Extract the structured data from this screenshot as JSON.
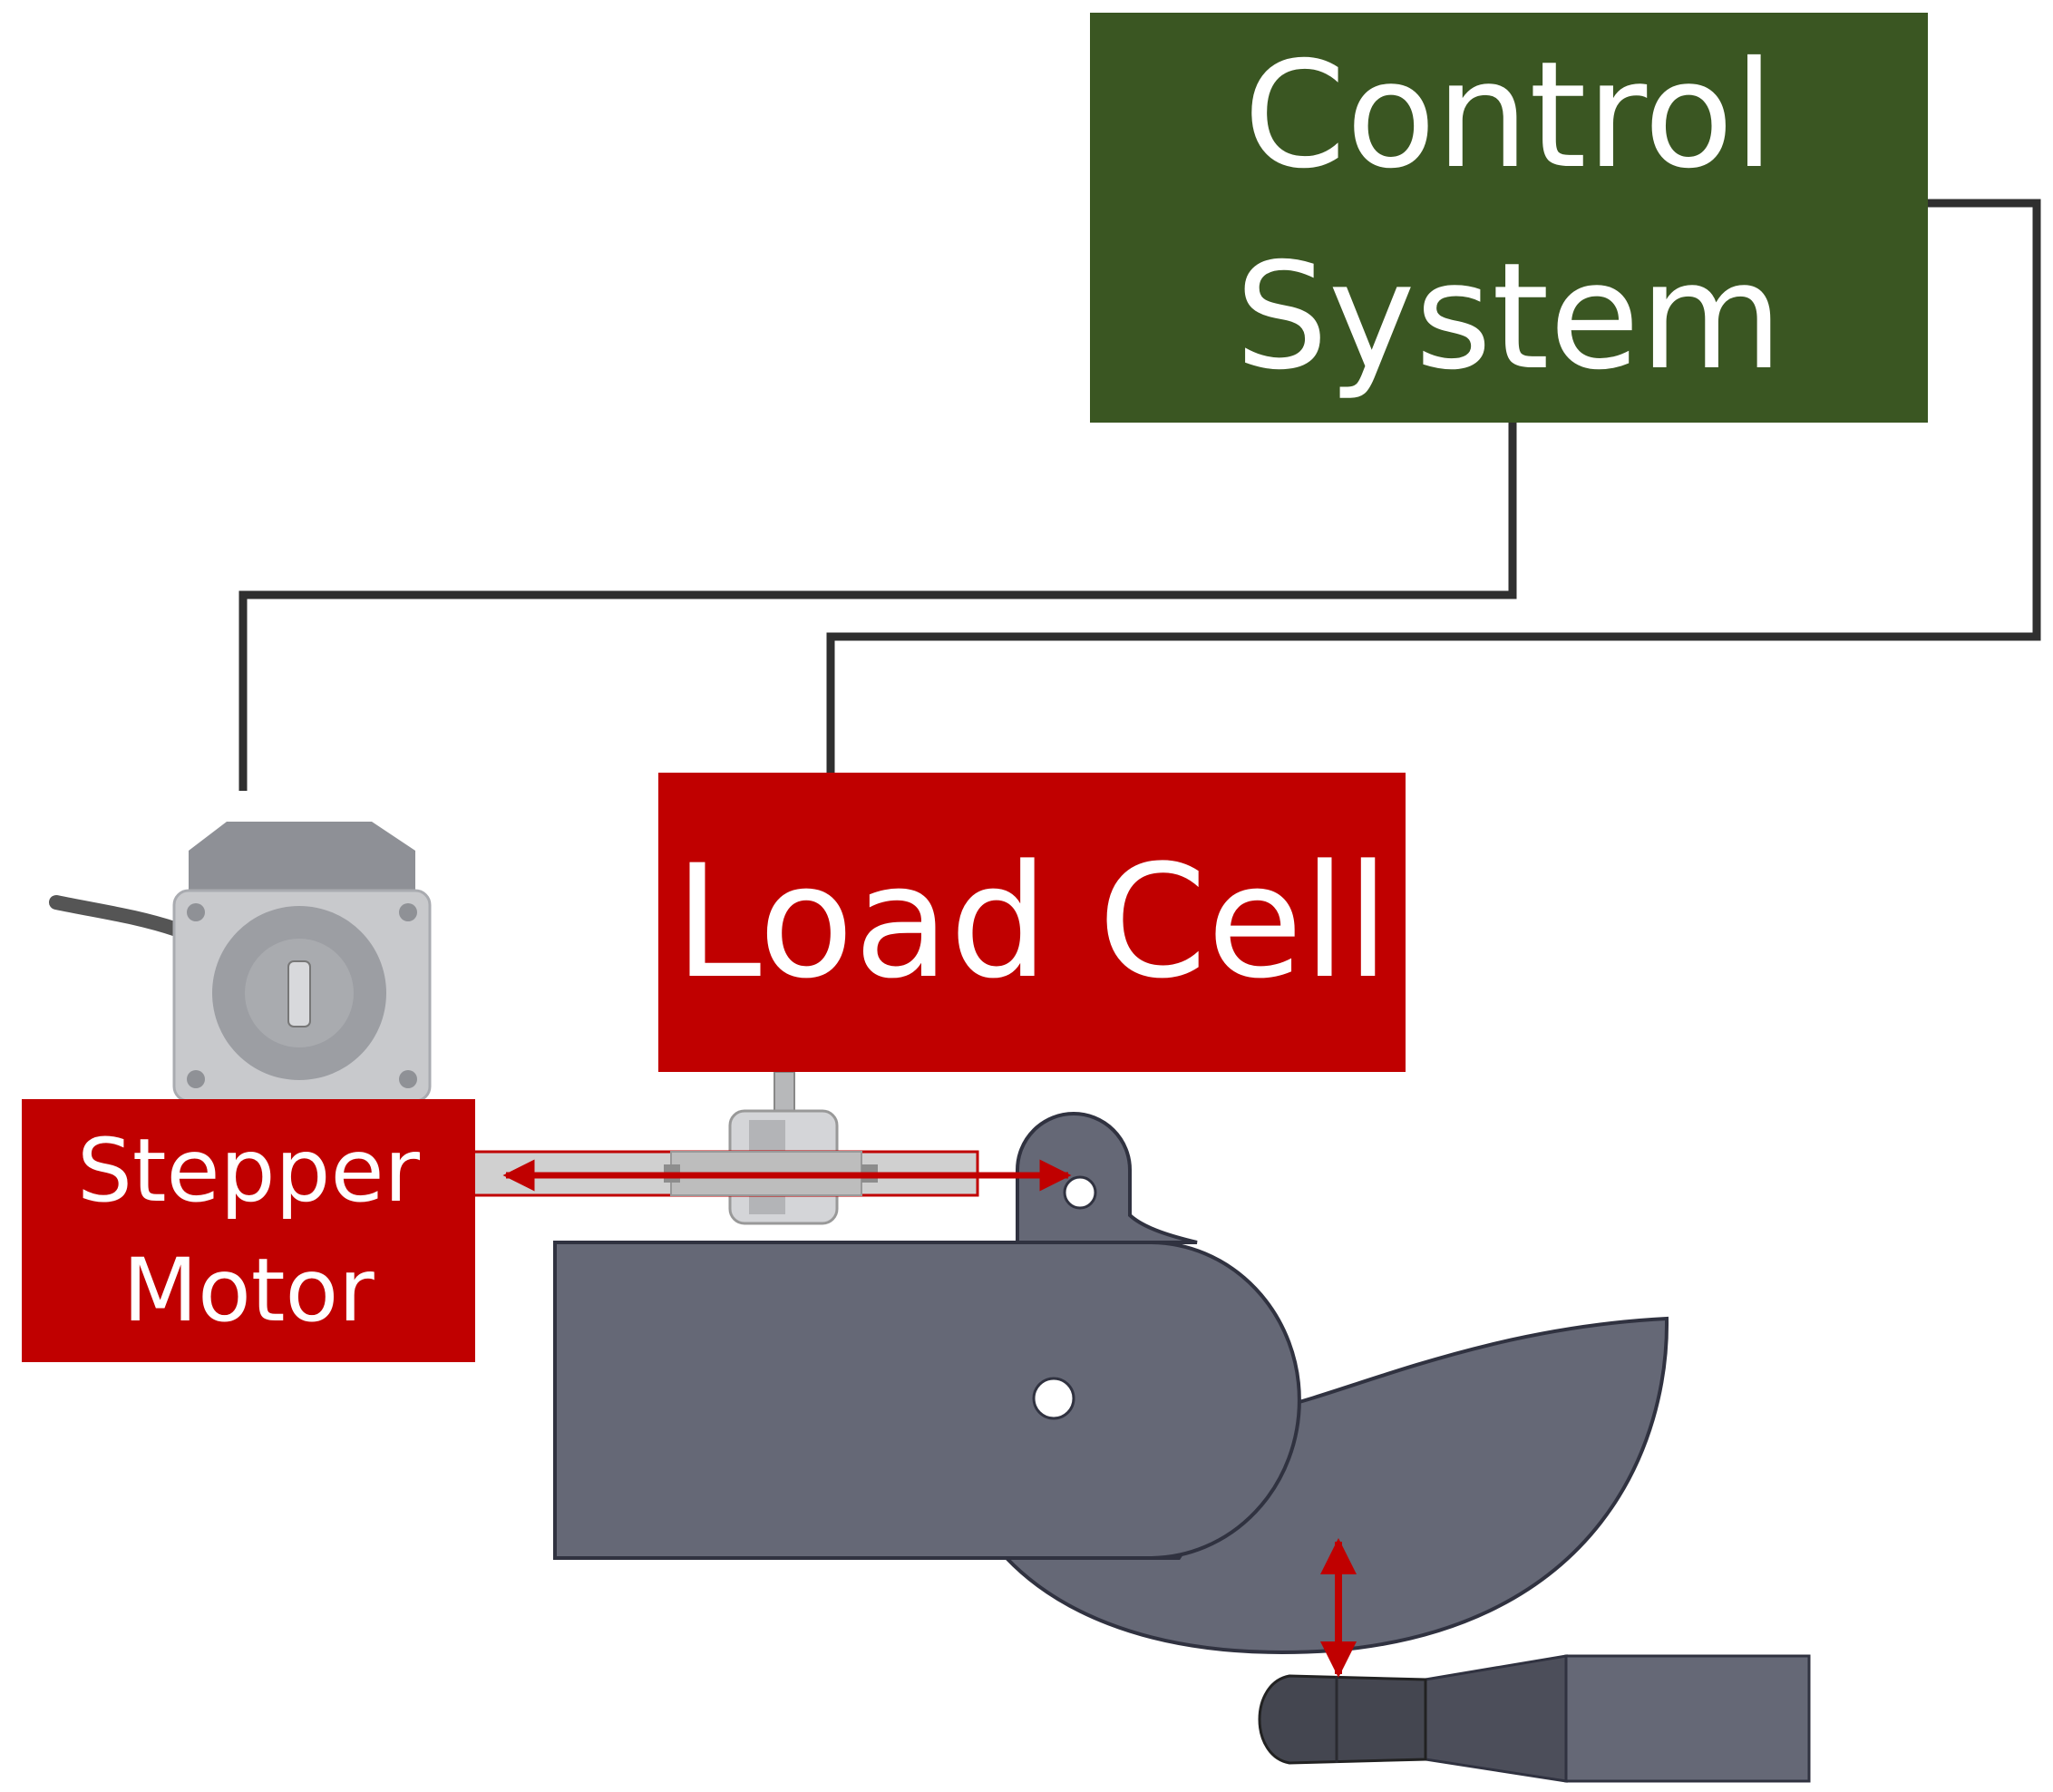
{
  "colors": {
    "control_system_fill": "#3a5622",
    "load_cell_fill": "#c00000",
    "stepper_motor_fill": "#c00000",
    "wire": "#2f2f2f",
    "arrow": "#c00000",
    "mechanism_fill": "#656876",
    "motor_body": "#c8c9cc"
  },
  "control_system": {
    "line1": "Control",
    "line2": "System"
  },
  "load_cell": {
    "label": "Load Cell"
  },
  "stepper_motor": {
    "line1": "Stepper",
    "line2": "Motor"
  },
  "icons": [
    "stepper-motor-icon",
    "load-cell-sensor-icon",
    "finger-mechanism-icon",
    "probe-icon"
  ]
}
